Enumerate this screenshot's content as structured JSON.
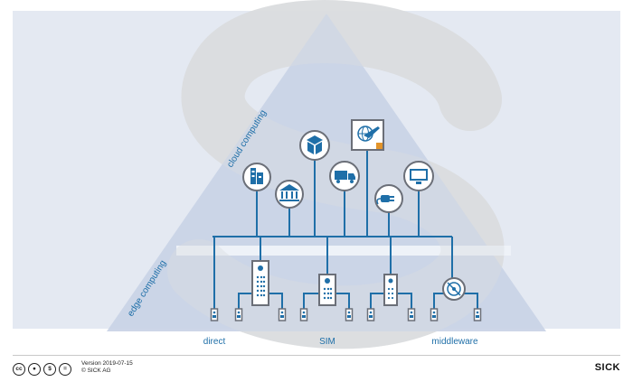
{
  "diagram": {
    "cloud_label": "cloud computing",
    "edge_label": "edge computing",
    "bottom_labels": [
      "direct",
      "SIM",
      "middleware"
    ],
    "colors": {
      "accent": "#1f6fa8",
      "triangle": "#c9d3e6",
      "band": "#e3e9f3",
      "icon_border": "#6b6f78",
      "wave": "#e2e2e2"
    },
    "cloud_icons": [
      "building-icon",
      "bank-icon",
      "cloud-box-icon",
      "truck-icon",
      "globe-airplane-icon",
      "plug-icon",
      "monitor-icon"
    ],
    "edge_nodes": [
      "server-rack-icon",
      "server-rack-icon",
      "server-rack-icon",
      "middleware-disc-icon"
    ]
  },
  "footer": {
    "license_icons": [
      "cc",
      "by",
      "nc",
      "nd"
    ],
    "version": "Version 2019-07-15",
    "copyright": "© SICK AG",
    "brand": "SICK"
  }
}
